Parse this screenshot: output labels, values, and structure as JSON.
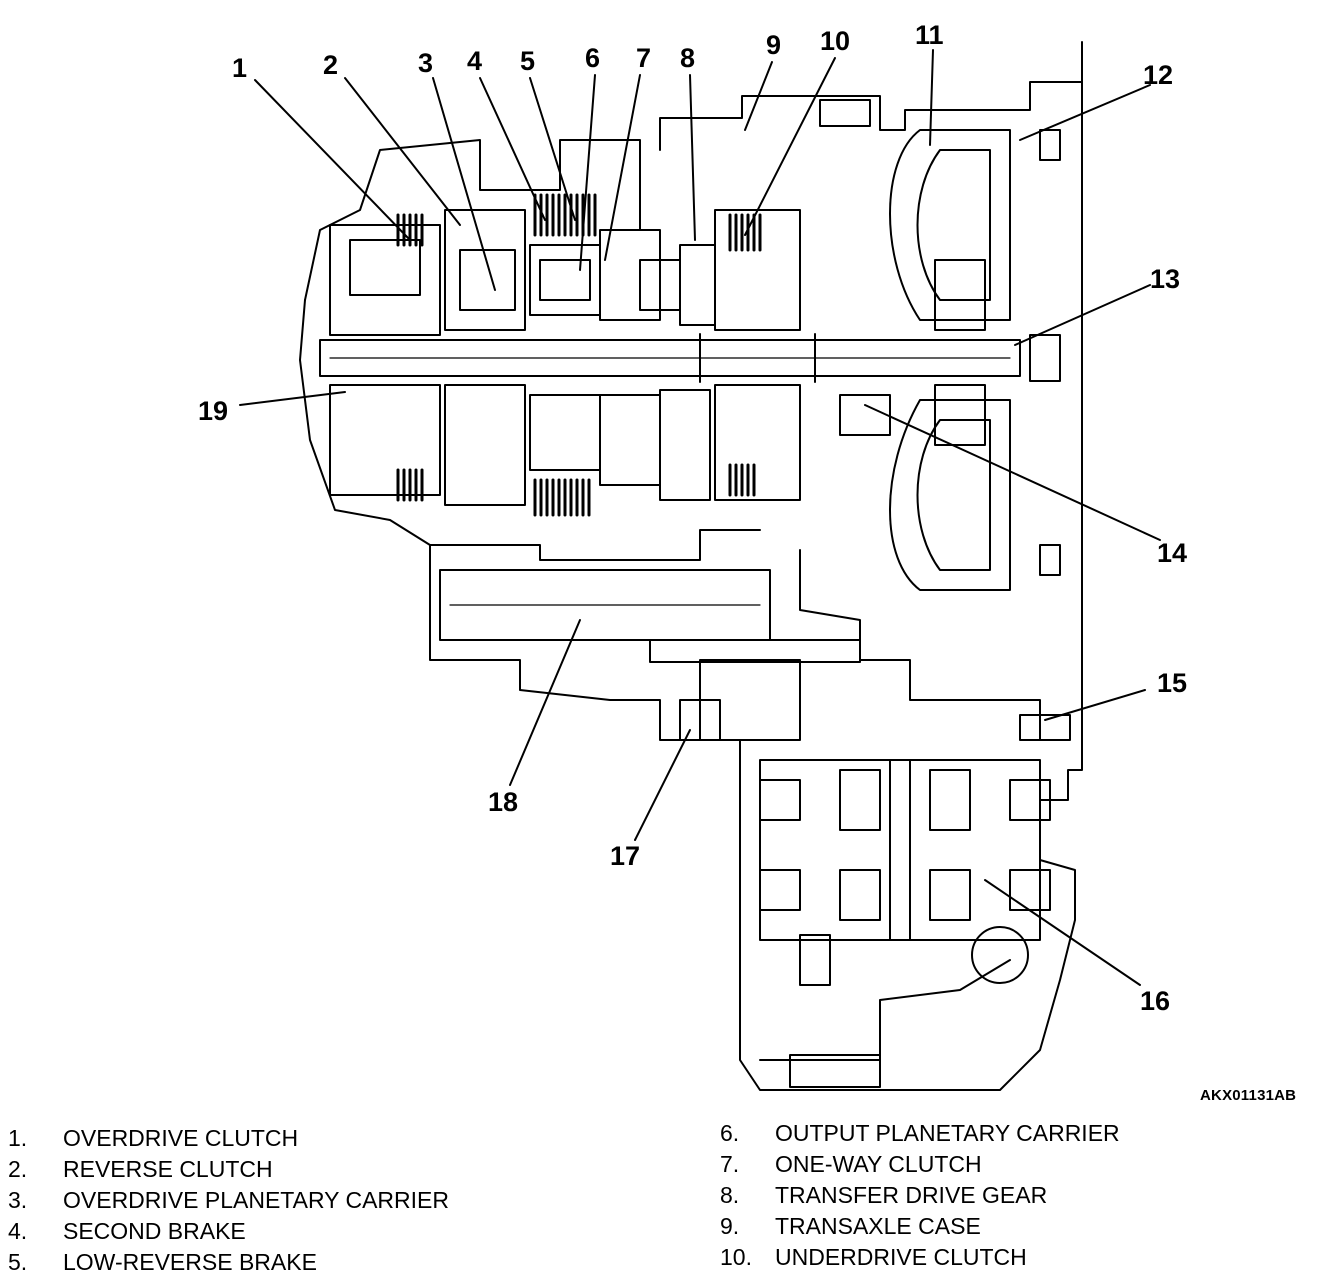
{
  "callouts": {
    "c1": "1",
    "c2": "2",
    "c3": "3",
    "c4": "4",
    "c5": "5",
    "c6": "6",
    "c7": "7",
    "c8": "8",
    "c9": "9",
    "c10": "10",
    "c11": "11",
    "c12": "12",
    "c13": "13",
    "c14": "14",
    "c15": "15",
    "c16": "16",
    "c17": "17",
    "c18": "18",
    "c19": "19"
  },
  "figure_code": "AKX01131AB",
  "legend": {
    "left": [
      {
        "num": "1.",
        "text": "OVERDRIVE CLUTCH"
      },
      {
        "num": "2.",
        "text": "REVERSE CLUTCH"
      },
      {
        "num": "3.",
        "text": "OVERDRIVE PLANETARY CARRIER"
      },
      {
        "num": "4.",
        "text": "SECOND BRAKE"
      },
      {
        "num": "5.",
        "text": "LOW-REVERSE BRAKE"
      }
    ],
    "right": [
      {
        "num": "6.",
        "text": "OUTPUT PLANETARY CARRIER"
      },
      {
        "num": "7.",
        "text": "ONE-WAY CLUTCH"
      },
      {
        "num": "8.",
        "text": "TRANSFER DRIVE GEAR"
      },
      {
        "num": "9.",
        "text": "TRANSAXLE CASE"
      },
      {
        "num": "10.",
        "text": "UNDERDRIVE CLUTCH"
      }
    ]
  }
}
